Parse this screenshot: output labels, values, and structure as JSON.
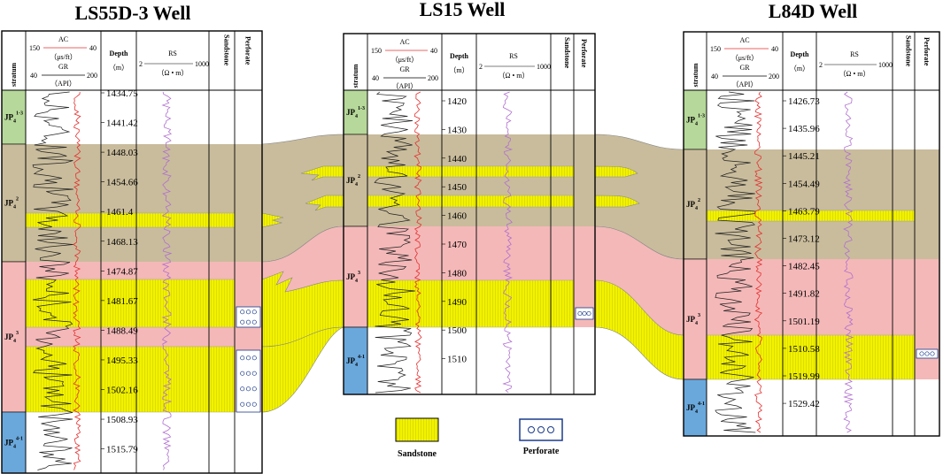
{
  "wells": [
    {
      "title": "LS55D-3 Well",
      "headers": {
        "stratum": "stratum",
        "ac": "AC",
        "ac_min": "150",
        "ac_max": "40",
        "ac_unit": "（μs/ft）",
        "gr": "GR",
        "gr_min": "40",
        "gr_max": "200",
        "gr_unit": "（API）",
        "depth": "Depth",
        "depth_unit": "（m）",
        "rs": "RS",
        "rs_min": "2",
        "rs_max": "1000",
        "rs_unit": "（Ω • m）",
        "sandstone": "Sandstone",
        "perforate": "Perforate"
      },
      "depths": [
        "1434.75",
        "1441.42",
        "1448.03",
        "1454.66",
        "1461.4",
        "1468.13",
        "1474.87",
        "1481.67",
        "1488.49",
        "1495.33",
        "1502.16",
        "1508.93",
        "1515.79"
      ],
      "strata": [
        {
          "base": "JP",
          "sub": "4",
          "sup": "1-3"
        },
        {
          "base": "JP",
          "sub": "4",
          "sup": "2"
        },
        {
          "base": "JP",
          "sub": "4",
          "sup": "3"
        },
        {
          "base": "JP",
          "sub": "4",
          "sup": "4-1"
        }
      ]
    },
    {
      "title": "LS15 Well",
      "headers": {
        "stratum": "stratum",
        "ac": "AC",
        "ac_min": "150",
        "ac_max": "40",
        "ac_unit": "（μs/ft）",
        "gr": "GR",
        "gr_min": "40",
        "gr_max": "200",
        "gr_unit": "（API）",
        "depth": "Depth",
        "depth_unit": "（m）",
        "rs": "RS",
        "rs_min": "2",
        "rs_max": "1000",
        "rs_unit": "（Ω • m）",
        "sandstone": "Sandstone",
        "perforate": "Perforate"
      },
      "depths": [
        "1420",
        "1430",
        "1440",
        "1450",
        "1460",
        "1470",
        "1480",
        "1490",
        "1500",
        "1510"
      ],
      "strata": [
        {
          "base": "JP",
          "sub": "4",
          "sup": "1-3"
        },
        {
          "base": "JP",
          "sub": "4",
          "sup": "2"
        },
        {
          "base": "JP",
          "sub": "4",
          "sup": "3"
        },
        {
          "base": "JP",
          "sub": "4",
          "sup": "4-1"
        }
      ]
    },
    {
      "title": "L84D Well",
      "headers": {
        "stratum": "stratum",
        "ac": "AC",
        "ac_min": "150",
        "ac_max": "40",
        "ac_unit": "（μs/ft）",
        "gr": "GR",
        "gr_min": "40",
        "gr_max": "200",
        "gr_unit": "（API）",
        "depth": "Depth",
        "depth_unit": "（m）",
        "rs": "RS",
        "rs_min": "2",
        "rs_max": "1000",
        "rs_unit": "（Ω • m）",
        "sandstone": "Sandstone",
        "perforate": "Perforate"
      },
      "depths": [
        "1426.73",
        "1435.96",
        "1445.21",
        "1454.49",
        "1463.79",
        "1473.12",
        "1482.45",
        "1491.82",
        "1501.19",
        "1510.58",
        "1519.99",
        "1529.42"
      ],
      "strata": [
        {
          "base": "JP",
          "sub": "4",
          "sup": "1-3"
        },
        {
          "base": "JP",
          "sub": "4",
          "sup": "2"
        },
        {
          "base": "JP",
          "sub": "4",
          "sup": "3"
        },
        {
          "base": "JP",
          "sub": "4",
          "sup": "4-1"
        }
      ]
    }
  ],
  "legend": {
    "sandstone": "Sandstone",
    "perforate": "Perforate"
  },
  "colors": {
    "jp4_1_3": "#b6d89a",
    "jp4_2": "#c9bc9c",
    "jp4_3": "#f4b8b8",
    "jp4_4_1": "#6aa8dc",
    "sandstone": "#f2f200",
    "ac_curve": "#e53030",
    "gr_curve": "#222222",
    "rs_curve": "#b070d0"
  }
}
